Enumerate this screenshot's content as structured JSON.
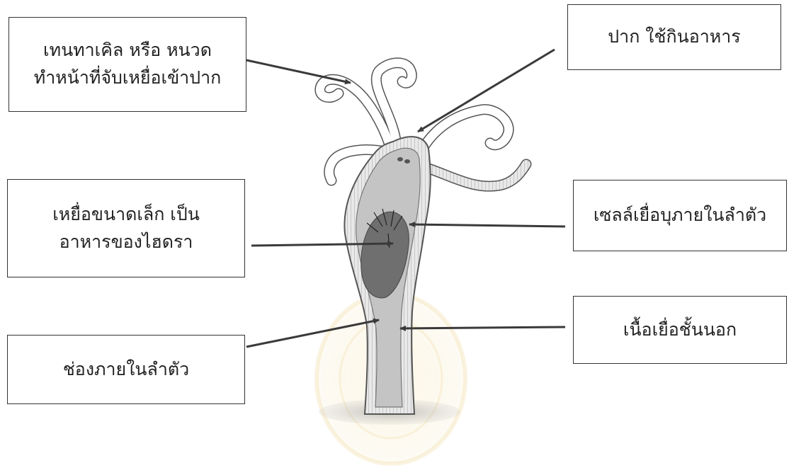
{
  "labels": {
    "tentacle": {
      "line1": "เทนทาเคิล หรือ หนวด",
      "line2": "ทำหน้าที่จับเหยื่อเข้าปาก"
    },
    "mouth": {
      "line1": "ปาก ใช้กินอาหาร"
    },
    "prey": {
      "line1": "เหยื่อขนาดเล็ก เป็น",
      "line2": "อาหารของไฮดรา"
    },
    "gastrodermis": {
      "line1": "เซลล์เยื่อบุภายในลำตัว"
    },
    "cavity": {
      "line1": "ช่องภายในลำตัว"
    },
    "ectoderm": {
      "line1": "เนื้อเยื่อชั้นนอก"
    }
  },
  "colors": {
    "outline": "#555555",
    "body_fill": "#cfcfcf",
    "inner_fill": "#b4b4b4",
    "prey_fill": "#6f6f6f",
    "arrow": "#3a3a3a",
    "watermark": "#e9c76a"
  }
}
